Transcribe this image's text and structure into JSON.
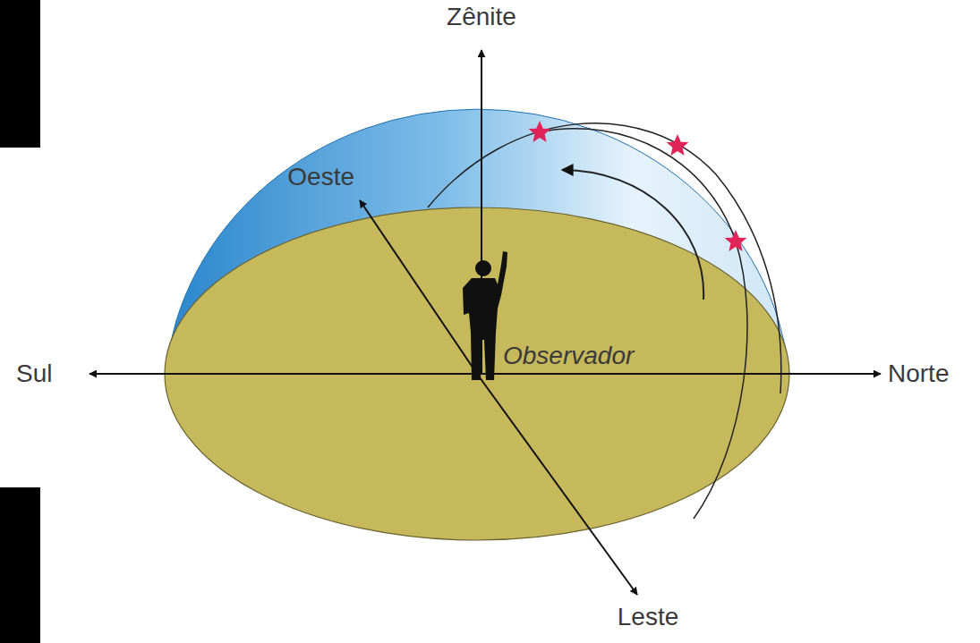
{
  "diagram": {
    "labels": [
      "Zênite",
      "Oeste",
      "Sul",
      "Norte",
      "Observador",
      "Leste"
    ]
  }
}
